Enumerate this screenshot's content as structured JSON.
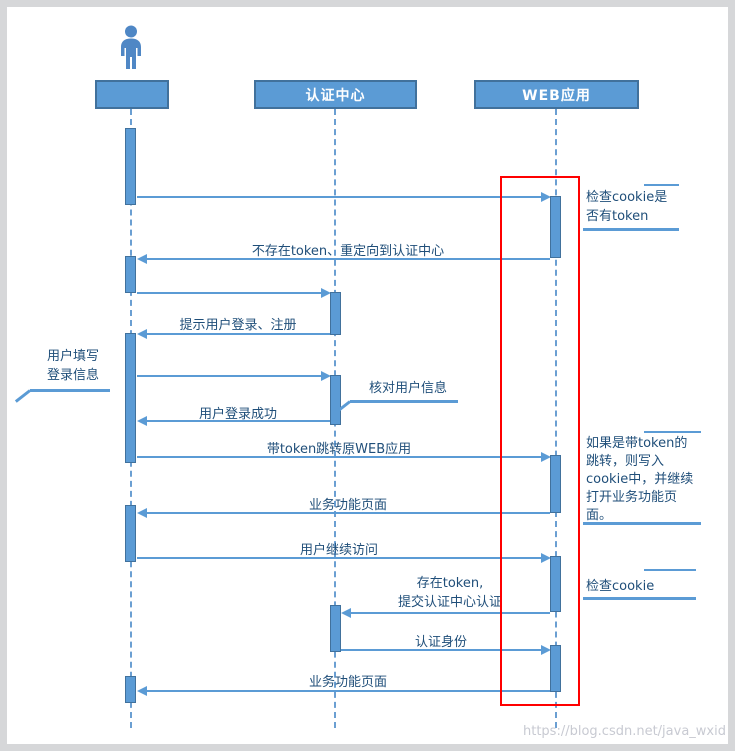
{
  "colors": {
    "accent": "#5b9bd5",
    "accent_dark": "#41719c",
    "label_text": "#1f4e79",
    "highlight_box": "#ff0000",
    "image_border": "#d6d7d9",
    "watermark_text": "#c8cad2"
  },
  "lifelines": [
    {
      "id": "user",
      "type": "actor",
      "label": ""
    },
    {
      "id": "auth",
      "type": "participant",
      "label": "认证中心"
    },
    {
      "id": "web",
      "type": "participant",
      "label": "WEB应用"
    }
  ],
  "messages": [
    {
      "from": "user",
      "to": "web",
      "label": ""
    },
    {
      "from": "web",
      "to": "user",
      "label": "不存在token、重定向到认证中心"
    },
    {
      "from": "user",
      "to": "auth",
      "label": ""
    },
    {
      "from": "auth",
      "to": "user",
      "label": "提示用户登录、注册"
    },
    {
      "from": "user",
      "to": "auth",
      "label": ""
    },
    {
      "from": "auth",
      "to": "user",
      "label": "用户登录成功"
    },
    {
      "from": "user",
      "to": "web",
      "label": "带token跳转原WEB应用"
    },
    {
      "from": "web",
      "to": "user",
      "label": "业务功能页面"
    },
    {
      "from": "user",
      "to": "web",
      "label": "用户继续访问"
    },
    {
      "from": "web",
      "to": "auth",
      "label": "存在token,",
      "label2": "提交认证中心认证"
    },
    {
      "from": "auth",
      "to": "web",
      "label": "认证身份"
    },
    {
      "from": "web",
      "to": "user",
      "label": "业务功能页面"
    }
  ],
  "notes": {
    "user_fill": {
      "line1": "用户填写",
      "line2": "登录信息"
    },
    "verify_user": {
      "line1": "核对用户信息"
    },
    "check_cookie_token": {
      "line1": "检查cookie是",
      "line2": "否有token"
    },
    "token_jump": {
      "line1": "如果是带token的",
      "line2": "跳转，则写入",
      "line3": "cookie中，并继续",
      "line4": "打开业务功能页",
      "line5": "面。"
    },
    "check_cookie": {
      "line1": "检查cookie"
    }
  },
  "watermark": "https://blog.csdn.net/java_wxid"
}
